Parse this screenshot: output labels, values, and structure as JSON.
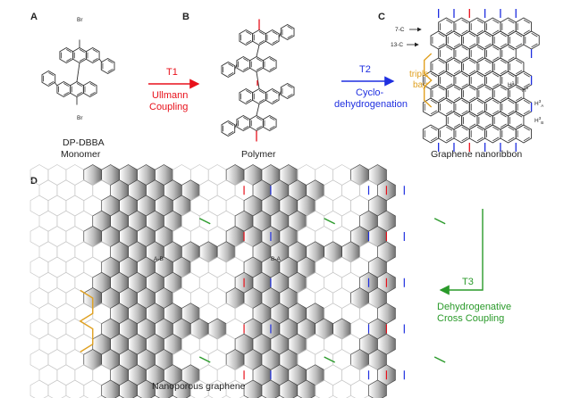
{
  "panels": {
    "a": {
      "letter": "A",
      "caption_line1": "DP-DBBA",
      "caption_line2": "Monomer",
      "atom_top": "Br",
      "atom_bottom": "Br"
    },
    "b": {
      "letter": "B",
      "caption": "Polymer"
    },
    "c": {
      "letter": "C",
      "caption": "Graphene nanoribbon",
      "label_7c": "7-C",
      "label_13c": "13-C",
      "triple_bay_line1": "triple",
      "triple_bay_line2": "bay",
      "h1": "H",
      "h1_sup": "1",
      "h2": "H",
      "h2_sup": "2",
      "h3a": "H",
      "h3a_sup": "3",
      "h3a_sub": "A",
      "h3b": "H",
      "h3b_sup": "3",
      "h3b_sub": "B"
    },
    "d": {
      "letter": "D",
      "caption": "Nanoporous graphene",
      "label_ab": "A-B",
      "label_ba": "B-A"
    }
  },
  "steps": {
    "t1": {
      "name": "T1",
      "line1": "Ullmann",
      "line2": "Coupling",
      "color": "#e8111b"
    },
    "t2": {
      "name": "T2",
      "line1": "Cyclo-",
      "line2": "dehydrogenation",
      "color": "#1f2fe0"
    },
    "t3": {
      "name": "T3",
      "line1": "Dehydrogenative",
      "line2": "Cross Coupling",
      "color": "#2a9a2a"
    }
  },
  "colors": {
    "bond": "#333333",
    "lattice": "#c8c8c8",
    "bay": "#e0a020",
    "red_bond": "#e8111b",
    "blue_bond": "#1f2fe0",
    "green_bond": "#2a9a2a"
  }
}
